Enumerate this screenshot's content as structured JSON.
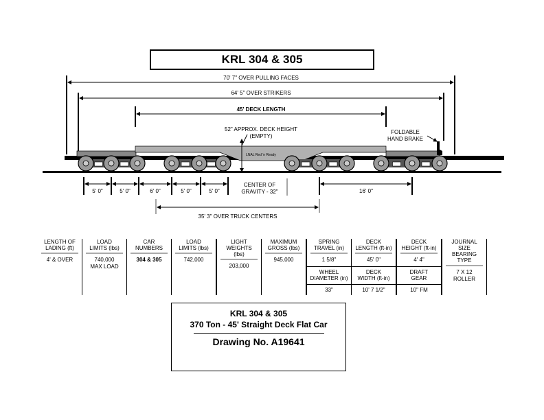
{
  "title": "KRL 304 & 305",
  "dimensions": {
    "pulling_faces": "70' 7\" OVER PULLING FACES",
    "strikers": "64' 5\" OVER STRIKERS",
    "deck_length": "45' DECK LENGTH",
    "deck_height": "52\" APPROX. DECK HEIGHT",
    "deck_height_note": "(EMPTY)",
    "hand_brake_1": "FOLDABLE",
    "hand_brake_2": "HAND BRAKE",
    "car_label": "LNAL Red 'n Ready",
    "spacings": [
      "5' 0\"",
      "5' 0\"",
      "6' 0\"",
      "5' 0\"",
      "5' 0\""
    ],
    "cog_1": "CENTER OF",
    "cog_2": "GRAVITY - 32\"",
    "span_16": "16' 0\"",
    "truck_centers": "35' 3\" OVER TRUCK CENTERS"
  },
  "table": {
    "headers": [
      [
        "LENGTH OF",
        "LADING (ft)"
      ],
      [
        "LOAD",
        "LIMITS (lbs)"
      ],
      [
        "CAR",
        "NUMBERS"
      ],
      [
        "LOAD",
        "LIMITS (lbs)"
      ],
      [
        "LIGHT",
        "WEIGHTS (lbs)"
      ],
      [
        "MAXIMUM",
        "GROSS (lbs)"
      ],
      [
        "SPRING",
        "TRAVEL (in)"
      ],
      [
        "DECK",
        "LENGTH (ft-in)"
      ],
      [
        "DECK",
        "HEIGHT (ft-in)"
      ],
      [
        "JOURNAL SIZE",
        "BEARING TYPE"
      ]
    ],
    "values": [
      [
        "4' & OVER",
        ""
      ],
      [
        "740,000",
        "MAX LOAD"
      ],
      [
        "304 & 305",
        ""
      ],
      [
        "742,000",
        ""
      ],
      [
        "203,000",
        ""
      ],
      [
        "945,000",
        ""
      ],
      [
        "1 5/8\"",
        ""
      ],
      [
        "45' 0\"",
        ""
      ],
      [
        "4' 4\"",
        ""
      ],
      [
        "7 X 12",
        "ROLLER"
      ]
    ],
    "sub_headers": [
      [
        "WHEEL",
        "DIAMETER (in)"
      ],
      [
        "DECK",
        "WIDTH (ft-in)"
      ],
      [
        "DRAFT",
        "GEAR"
      ]
    ],
    "sub_values": [
      "33\"",
      "10' 7 1/2\"",
      "10\" FM"
    ]
  },
  "footer": {
    "line1": "KRL 304 & 305",
    "line2": "370 Ton - 45' Straight Deck Flat Car",
    "drawing": "Drawing No. A19641"
  }
}
